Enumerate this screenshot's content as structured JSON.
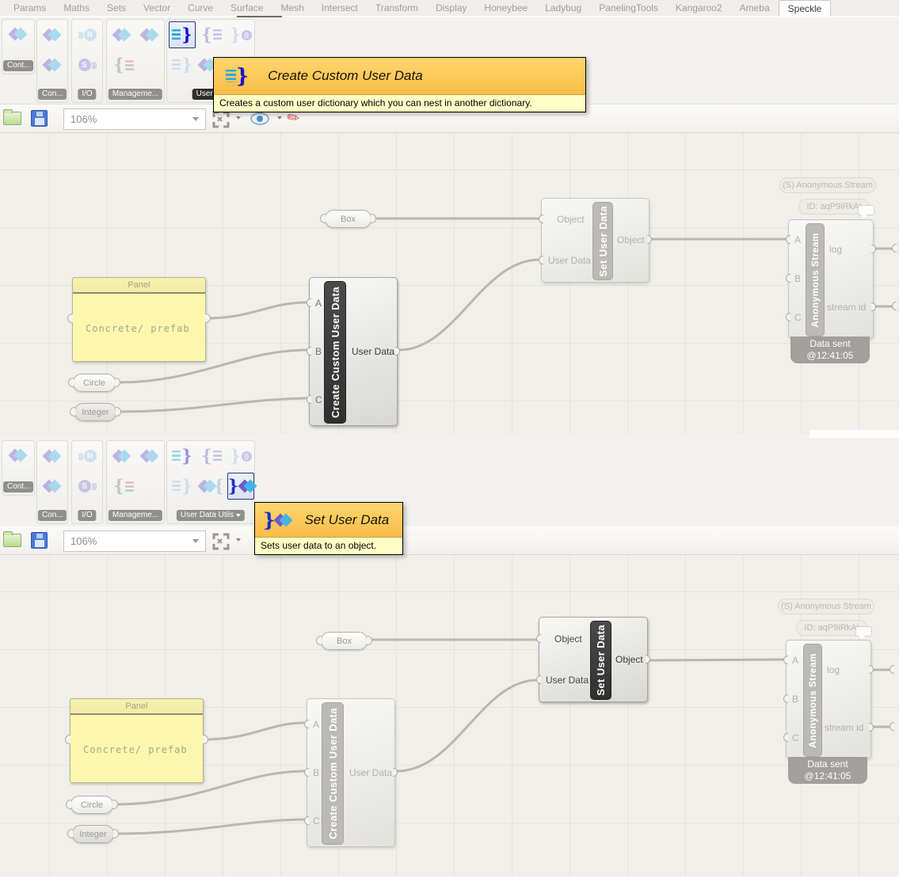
{
  "tab_bar": {
    "tabs": [
      "Params",
      "Maths",
      "Sets",
      "Vector",
      "Curve",
      "Surface",
      "Mesh",
      "Intersect",
      "Transform",
      "Display",
      "Honeybee",
      "Ladybug",
      "PanelingTools",
      "Kangaroo2",
      "Ameba",
      "Speckle"
    ],
    "active_tab": "Speckle"
  },
  "ribbon": {
    "labels": {
      "containers": "Cont...",
      "connectors": "Con...",
      "io": "I/O",
      "management": "Manageme...",
      "user_data": "User Da",
      "user_data_utils": "User Data Utils"
    }
  },
  "canvas_toolbar": {
    "zoom_level": "106%"
  },
  "tooltips": {
    "create_custom": {
      "title": "Create Custom User Data",
      "description": "Creates a custom user dictionary which you can nest in another dictionary."
    },
    "set_user": {
      "title": "Set User Data",
      "description": "Sets user data to an object."
    }
  },
  "nodes": {
    "box": {
      "label": "Box"
    },
    "circle": {
      "label": "Circle"
    },
    "integer": {
      "label": "Integer"
    },
    "panel": {
      "title": "Panel",
      "content": "Concrete/ prefab"
    },
    "create_custom": {
      "name": "Create Custom User Data",
      "input_a": "A",
      "input_b": "B",
      "input_c": "C",
      "output": "User Data"
    },
    "set_user": {
      "name": "Set User Data",
      "input_object": "Object",
      "input_user_data": "User Data",
      "output": "Object"
    },
    "stream": {
      "name": "Anonymous Stream",
      "tag_stream": "(S) Anonymous Stream",
      "tag_id": "ID: aqP9iRkAt",
      "input_a": "A",
      "input_b": "B",
      "input_c": "C",
      "output_log": "log",
      "output_stream_id": "stream id",
      "status_line1": "Data sent",
      "status_line2": "@12:41:05"
    }
  },
  "colors": {
    "tooltip_header": "#f9bd4a",
    "selected_border": "#25397d",
    "panel_yellow": "#fcf7ad",
    "status_gray": "#a2a09c"
  }
}
